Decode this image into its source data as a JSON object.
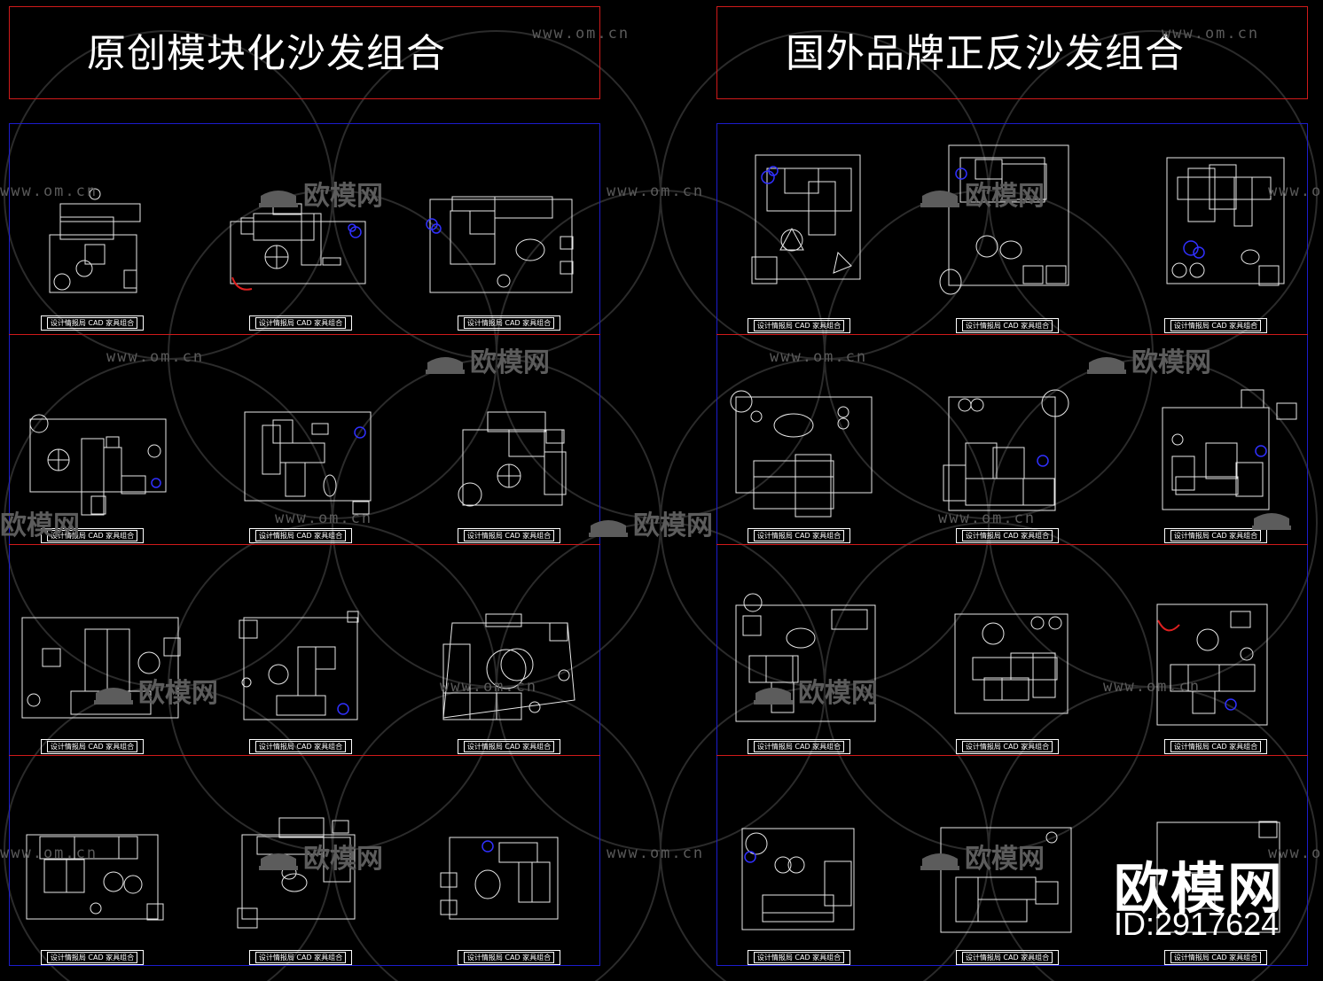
{
  "left_title": "原创模块化沙发组合",
  "right_title": "国外品牌正反沙发组合",
  "cell_label": "设计情报局 CAD 家具组合",
  "watermark_url": "www.om.cn",
  "watermark_logo": "欧模网",
  "brand": {
    "name": "欧模网",
    "id": "ID:2917624"
  },
  "colors": {
    "frame_red": "#d01a1a",
    "frame_blue": "#1c1ccc",
    "lines": "#ffffff",
    "accent_blue": "#2020ff",
    "accent_red": "#e02020",
    "watermark": "#5a5a5a"
  },
  "icons": [
    "sofa-watermark-icon",
    "plant-icon",
    "chair-icon",
    "round-table-icon",
    "rug-icon"
  ]
}
